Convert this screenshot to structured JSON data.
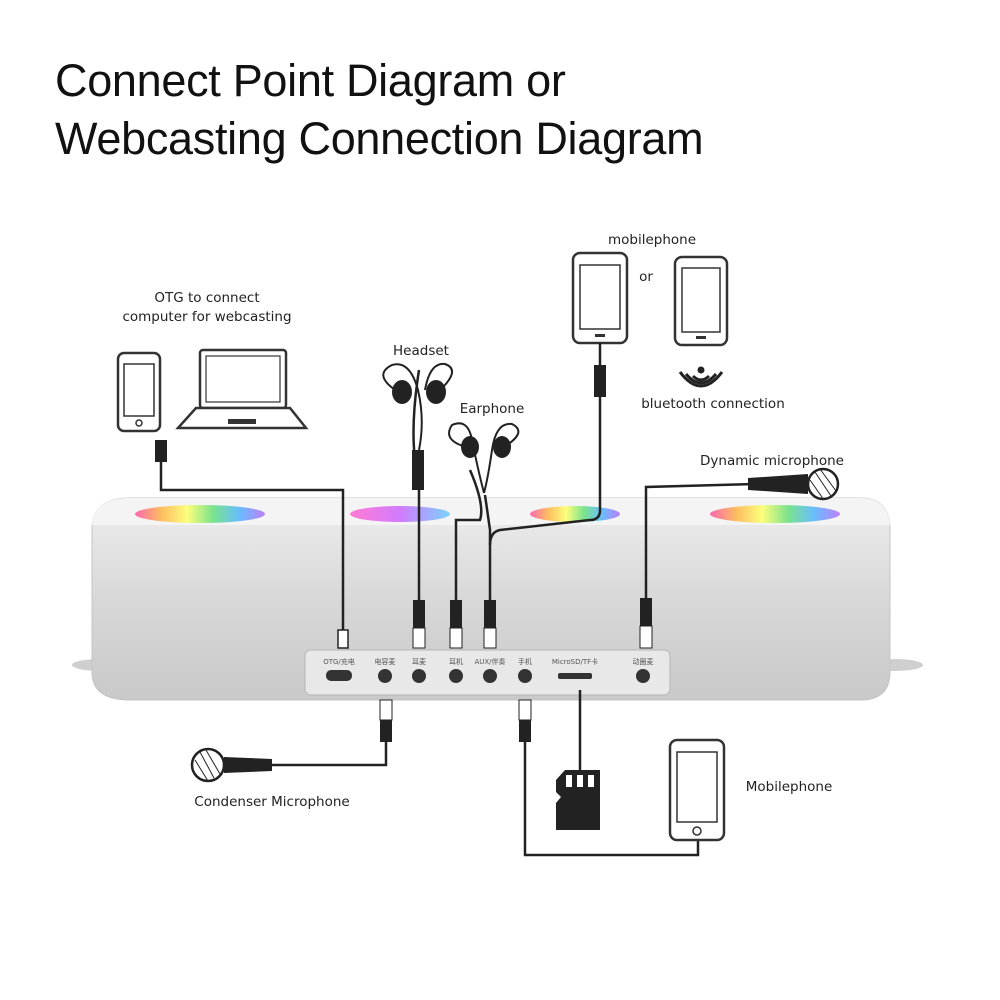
{
  "title": {
    "line1": "Connect Point Diagram or",
    "line2": "Webcasting Connection Diagram"
  },
  "labels": {
    "otg_line1": "OTG to connect",
    "otg_line2": "computer for webcasting",
    "headset": "Headset",
    "earphone": "Earphone",
    "mobilephone_top": "mobilephone",
    "or": "or",
    "bluetooth": "bluetooth connection",
    "dynamic_mic": "Dynamic microphone",
    "condenser_mic": "Condenser Microphone",
    "mobilephone_bottom": "Mobilephone"
  },
  "ports": [
    "OTG/充电",
    "电容麦",
    "耳麦",
    "耳机",
    "AUX/伴奏",
    "手机",
    "MicroSD/TF卡",
    "动圈麦"
  ],
  "colors": {
    "device_body": "#dcdcdc",
    "device_top": "#f2f2f2",
    "cable": "#222222"
  }
}
